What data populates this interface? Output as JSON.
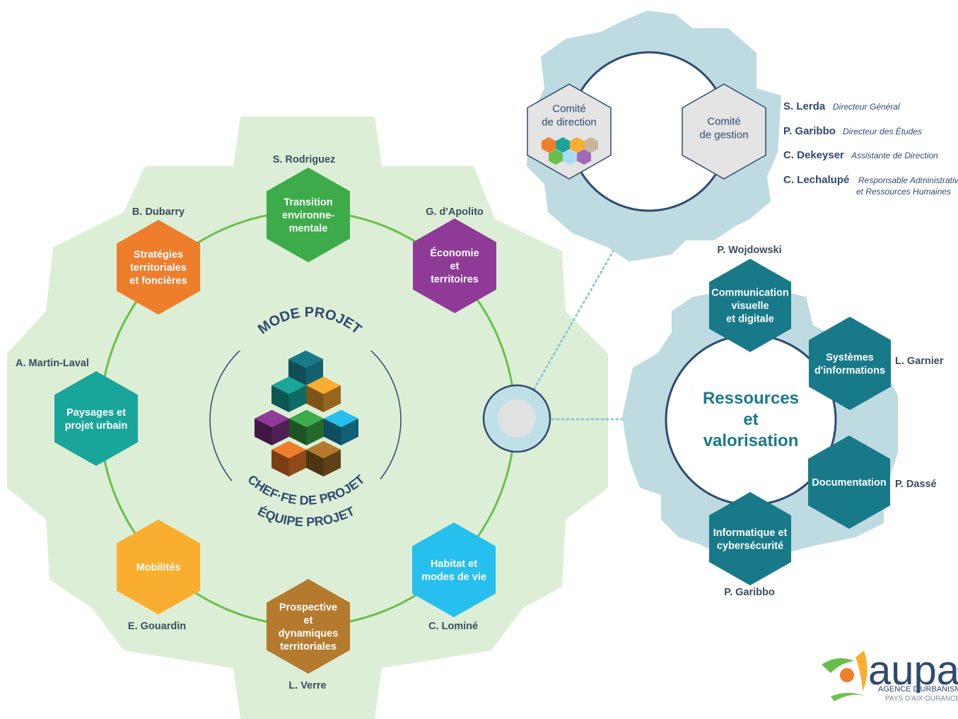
{
  "colors": {
    "green_gear": "#dcefd6",
    "green_ring": "#6abf4b",
    "blue_gear": "#bddbe1",
    "navy": "#2f4a6e",
    "teal_hex": "#187989",
    "orange": "#ee7d2c",
    "green": "#3dab4a",
    "purple": "#8f3a96",
    "teal": "#19a59a",
    "cyan": "#27bfee",
    "yellow": "#f9ae2f",
    "brown": "#b57a2d"
  },
  "mode_projet": {
    "title": "MODE PROJET",
    "line1": "CHEF·FE DE PROJET",
    "line2": "ÉQUIPE PROJET"
  },
  "poles": [
    {
      "lines": [
        "Transition",
        "environne-",
        "mentale"
      ],
      "person": "S. Rodriguez",
      "color": "#3dab4a"
    },
    {
      "lines": [
        "Économie",
        "et",
        "territoires"
      ],
      "person": "G. d'Apolito",
      "color": "#8f3a96"
    },
    {
      "lines": [
        "Habitat et",
        "modes de vie"
      ],
      "person": "C. Lominé",
      "color": "#27bfee"
    },
    {
      "lines": [
        "Prospective",
        "et",
        "dynamiques",
        "territoriales"
      ],
      "person": "L. Verre",
      "color": "#b57a2d"
    },
    {
      "lines": [
        "Mobilités"
      ],
      "person": "E. Gouardin",
      "color": "#f9ae2f"
    },
    {
      "lines": [
        "Paysages et",
        "projet urbain"
      ],
      "person": "A. Martin-Laval",
      "color": "#19a59a"
    },
    {
      "lines": [
        "Stratégies",
        "territoriales",
        "et foncières"
      ],
      "person": "B. Dubarry",
      "color": "#ee7d2c"
    }
  ],
  "comites": [
    {
      "lines": [
        "Comité",
        "de direction"
      ]
    },
    {
      "lines": [
        "Comité",
        "de gestion"
      ]
    }
  ],
  "direction": [
    {
      "name": "S. Lerda",
      "role": [
        "Directeur Général"
      ]
    },
    {
      "name": "P. Garibbo",
      "role": [
        "Directeur des Études"
      ]
    },
    {
      "name": "C. Dekeyser",
      "role": [
        "Assistante de Direction"
      ]
    },
    {
      "name": "C. Lechalupé",
      "role": [
        "Responsable Administrative",
        "et Ressources Humaines"
      ]
    }
  ],
  "ressources": {
    "title": [
      "Ressources",
      "et",
      "valorisation"
    ],
    "items": [
      {
        "lines": [
          "Communication",
          "visuelle",
          "et digitale"
        ],
        "person": "P. Wojdowski"
      },
      {
        "lines": [
          "Systèmes",
          "d'informations"
        ],
        "person": "L. Garnier"
      },
      {
        "lines": [
          "Documentation"
        ],
        "person": "P. Dassé"
      },
      {
        "lines": [
          "Informatique et",
          "cybersécurité"
        ],
        "person": "P. Garibbo"
      }
    ]
  },
  "logo": {
    "word": "aupa",
    "line1": "AGENCE D'URBANISME",
    "line2": "PAYS D'AIX-DURANCE"
  }
}
